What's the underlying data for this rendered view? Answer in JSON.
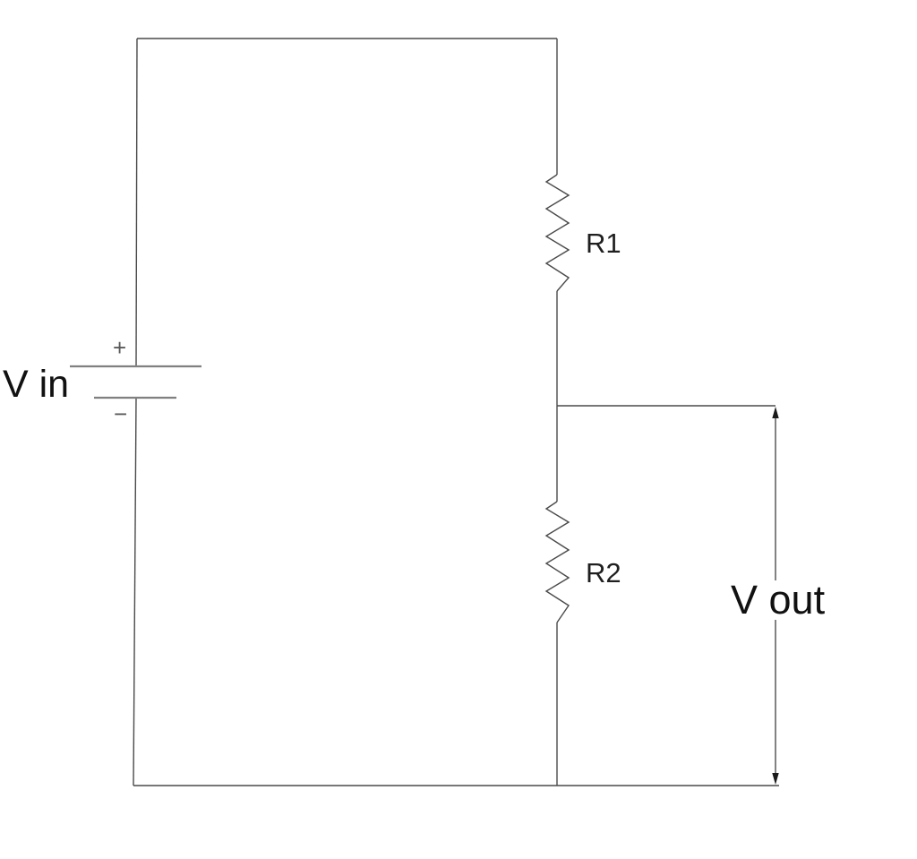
{
  "diagram": {
    "type": "circuit-diagram",
    "labels": {
      "vin": "V in",
      "vout": "V out",
      "r1": "R1",
      "r2": "R2",
      "battery_positive": "+",
      "battery_negative": "−"
    },
    "colors": {
      "background": "#ffffff",
      "wire": "#4a4a4a",
      "battery_plate": "#808080",
      "text": "#111111",
      "polarity_text": "#5a5a5a"
    }
  }
}
